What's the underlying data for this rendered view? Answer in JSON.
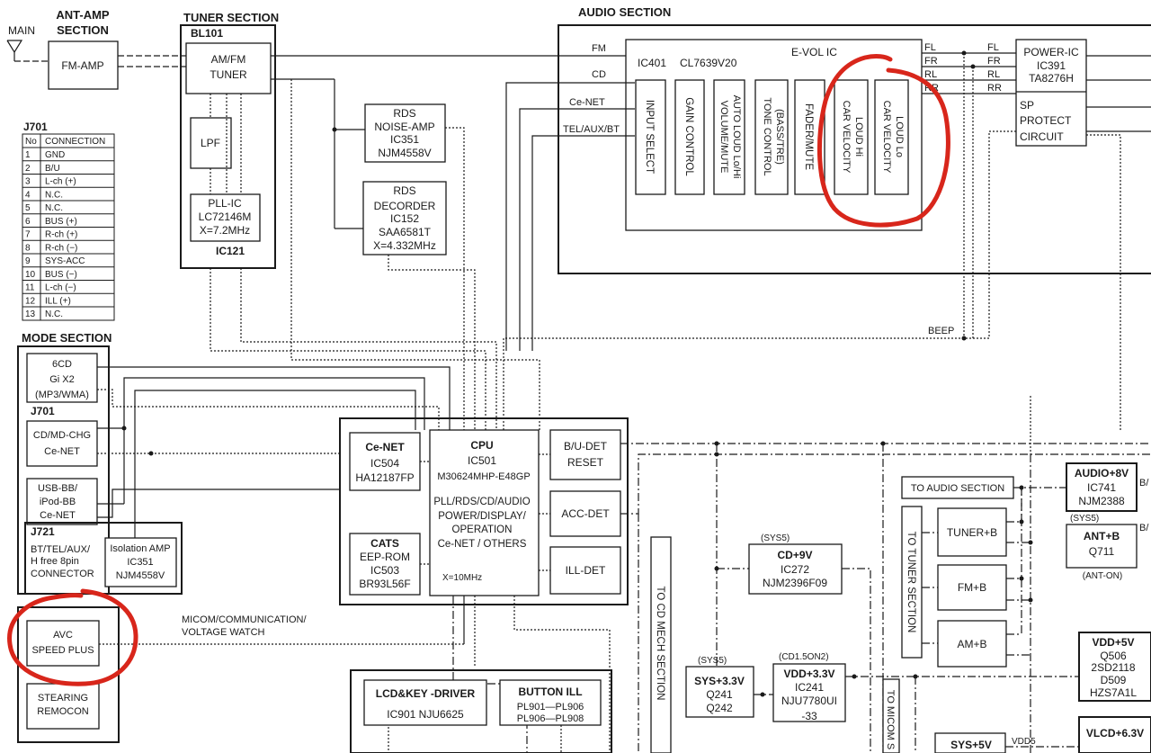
{
  "sections": {
    "ant_amp": [
      "ANT-AMP",
      "SECTION"
    ],
    "tuner": "TUNER SECTION",
    "audio": "AUDIO SECTION",
    "mode": "MODE SECTION"
  },
  "antenna": {
    "label": "MAIN"
  },
  "blocks": {
    "fm_amp": "FM-AMP",
    "bl101": "BL101",
    "amfm_tuner": [
      "AM/FM",
      "TUNER"
    ],
    "lpf": "LPF",
    "pll_ic": [
      "PLL-IC",
      "LC72146M",
      "X=7.2MHz"
    ],
    "ic121": "IC121",
    "rds_noise_amp": [
      "RDS",
      "NOISE-AMP",
      "IC351",
      "NJM4558V"
    ],
    "rds_decoder": [
      "RDS",
      "DECORDER",
      "IC152",
      "SAA6581T",
      "X=4.332MHz"
    ],
    "evol_title": "E-VOL IC",
    "ic401": "IC401",
    "ic401_part": "CL7639V20",
    "evol_cells": [
      [
        "INPUT SELECT"
      ],
      [
        "GAIN CONTROL"
      ],
      [
        "VOLUME/MUTE",
        "AUTO LOUD Lo/Hi"
      ],
      [
        "TONE CONTROL",
        "(BASS/TRE)"
      ],
      [
        "FADER/MUTE"
      ],
      [
        "CAR VELOCITY",
        "LOUD Hi"
      ],
      [
        "CAR VELOCITY",
        "LOUD Lo"
      ]
    ],
    "audio_inputs": [
      "FM",
      "CD",
      "Ce-NET",
      "TEL/AUX/BT"
    ],
    "evol_outputs": [
      "FL",
      "FR",
      "RL",
      "RR"
    ],
    "power_inputs": [
      "FL",
      "FR",
      "RL",
      "RR"
    ],
    "power_ic": [
      "POWER-IC",
      "IC391",
      "TA8276H"
    ],
    "sp_protect": [
      "SP",
      "PROTECT",
      "CIRCUIT"
    ],
    "beep": "BEEP",
    "mode_6cd": [
      "6CD",
      "Gi X2",
      "(MP3/WMA)"
    ],
    "j701": "J701",
    "cd_md_chg": [
      "CD/MD-CHG",
      "Ce-NET"
    ],
    "usb_bb": [
      "USB-BB/",
      "iPod-BB",
      "Ce-NET"
    ],
    "j721": "J721",
    "bt_tel": [
      "BT/TEL/AUX/",
      "H free   8pin",
      "CONNECTOR"
    ],
    "isolation_amp": [
      "Isolation AMP",
      "IC351",
      "NJM4558V"
    ],
    "avc": [
      "AVC",
      "SPEED PLUS"
    ],
    "stearing": [
      "STEARING",
      "REMOCON"
    ],
    "micom_comm": [
      "MICOM/COMMUNICATION/",
      "VOLTAGE WATCH"
    ],
    "ce_net": [
      "Ce-NET",
      "IC504",
      "HA12187FP"
    ],
    "cpu": [
      "CPU",
      "IC501",
      "M30624MHP-E48GP"
    ],
    "cpu_funcs": [
      "PLL/RDS/CD/AUDIO",
      "POWER/DISPLAY/",
      "OPERATION",
      "Ce-NET / OTHERS"
    ],
    "cpu_xtal": "X=10MHz",
    "cats": [
      "CATS",
      "EEP-ROM",
      "IC503",
      "BR93L56F"
    ],
    "bu_det": [
      "B/U-DET",
      "RESET"
    ],
    "acc_det": "ACC-DET",
    "ill_det": "ILL-DET",
    "lcd_key": "LCD&KEY -DRIVER",
    "ic901": "IC901  NJU6625",
    "button_ill": [
      "BUTTON  ILL",
      "PL901—PL906",
      "PL906—PL908"
    ],
    "to_cd_mech": "TO  CD MECH SECTION",
    "cd9v": [
      "(SYS5)",
      "CD+9V",
      "IC272",
      "NJM2396F09"
    ],
    "sys33": [
      "(SYS5)",
      "SYS+3.3V",
      "Q241",
      "Q242"
    ],
    "vdd33": [
      "(CD1.5ON2)",
      "VDD+3.3V",
      "IC241",
      "NJU7780UI",
      "-33"
    ],
    "to_micom": "TO MICOM S",
    "sys5v": "SYS+5V",
    "vdd5_label": "VDD5",
    "to_audio": "TO  AUDIO SECTION",
    "to_tuner": "TO  TUNER SECTION",
    "tuner_b": "TUNER+B",
    "fm_b": "FM+B",
    "am_b": "AM+B",
    "audio8v": [
      "AUDIO+8V",
      "IC741",
      "NJM2388"
    ],
    "bu_edge1": "B/",
    "ant_b": [
      "(SYS5)",
      "ANT+B",
      "Q711",
      "(ANT-ON)"
    ],
    "bu_edge2": "B/",
    "vdd5v": [
      "VDD+5V",
      "Q506",
      "2SD2118",
      "D509",
      "HZS7A1L"
    ],
    "vlcd": "VLCD+6.3V"
  },
  "j701_table": {
    "title": "J701",
    "headers": [
      "No",
      "CONNECTION"
    ],
    "rows": [
      [
        "1",
        "GND"
      ],
      [
        "2",
        "B/U"
      ],
      [
        "3",
        "L-ch (+)"
      ],
      [
        "4",
        "N.C."
      ],
      [
        "5",
        "N.C."
      ],
      [
        "6",
        "BUS (+)"
      ],
      [
        "7",
        "R-ch (+)"
      ],
      [
        "8",
        "R-ch (−)"
      ],
      [
        "9",
        "SYS-ACC"
      ],
      [
        "10",
        "BUS (−)"
      ],
      [
        "11",
        "L-ch (−)"
      ],
      [
        "12",
        "ILL (+)"
      ],
      [
        "13",
        "N.C."
      ]
    ]
  },
  "colors": {
    "ink": "#1a1a1a",
    "annotation": "#d8261b",
    "paper": "#ffffff"
  }
}
